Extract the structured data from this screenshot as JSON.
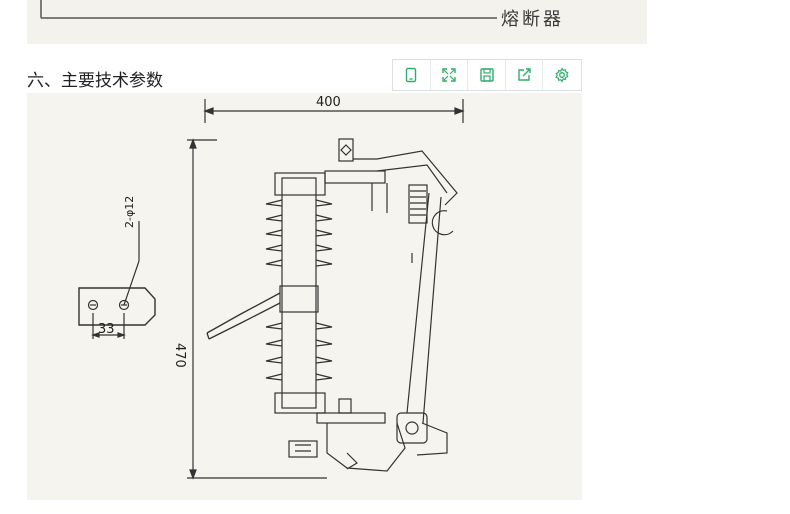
{
  "top_figure": {
    "label": "熔断器"
  },
  "section": {
    "title": "六、主要技术参数"
  },
  "toolbar": {
    "accent_color": "#2eae6a",
    "buttons": [
      {
        "icon": "mobile-icon"
      },
      {
        "icon": "fullscreen-icon"
      },
      {
        "icon": "save-icon"
      },
      {
        "icon": "share-icon"
      },
      {
        "icon": "gear-icon"
      }
    ]
  },
  "drawing": {
    "dim_width": "400",
    "dim_height": "470",
    "dim_hole_spacing": "33",
    "dim_holes": "2-φ12"
  }
}
